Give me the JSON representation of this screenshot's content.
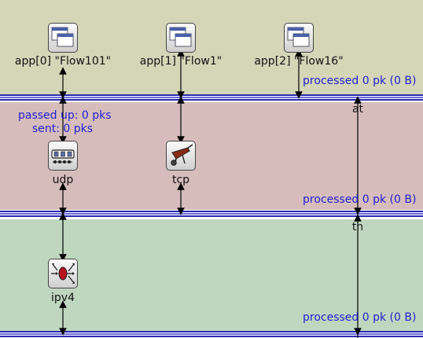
{
  "colors": {
    "app_band": "#d5d6b8",
    "transport_band": "#d7bcbc",
    "network_band": "#bfd7bf",
    "separator": "#2a2ab0",
    "stat_text": "#1f1fd0"
  },
  "apps": [
    {
      "label": "app[0] \"Flow101\"",
      "icon": "app-window-icon"
    },
    {
      "label": "app[1] \"Flow1\"",
      "icon": "app-window-icon"
    },
    {
      "label": "app[2] \"Flow16\"",
      "icon": "app-window-icon"
    }
  ],
  "transport": {
    "udp": {
      "label": "udp",
      "icon": "queue-icon",
      "stats": [
        "passed up: 0 pks",
        "sent: 0 pks"
      ]
    },
    "tcp": {
      "label": "tcp",
      "icon": "wheelbarrow-icon"
    }
  },
  "network": {
    "ipv4": {
      "label": "ipv4",
      "icon": "router-icon"
    }
  },
  "dispatchers": {
    "at": "at",
    "tn": "tn"
  },
  "processed": [
    "processed 0 pk (0 B)",
    "processed 0 pk (0 B)",
    "processed 0 pk (0 B)"
  ]
}
